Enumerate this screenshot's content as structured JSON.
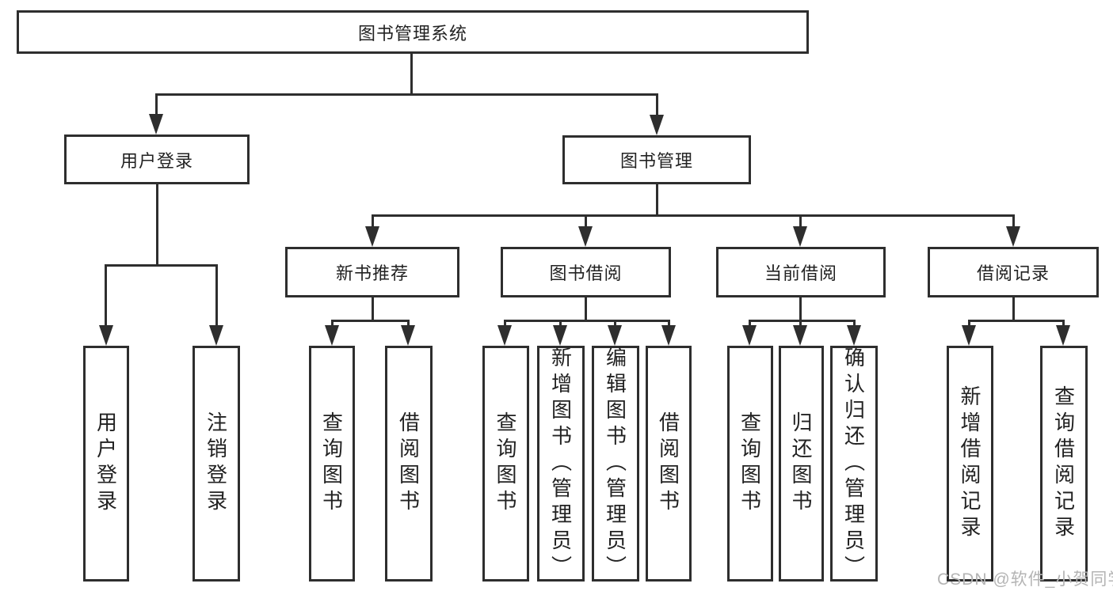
{
  "diagram_title": "图书管理系统",
  "tree": {
    "label": "图书管理系统",
    "children": [
      {
        "label": "用户登录",
        "children": [
          {
            "label": "用户登录"
          },
          {
            "label": "注销登录"
          }
        ]
      },
      {
        "label": "图书管理",
        "children": [
          {
            "label": "新书推荐",
            "children": [
              {
                "label": "查询图书"
              },
              {
                "label": "借阅图书"
              }
            ]
          },
          {
            "label": "图书借阅",
            "children": [
              {
                "label": "查询图书"
              },
              {
                "label": "新增图书（管理员）"
              },
              {
                "label": "编辑图书（管理员）"
              },
              {
                "label": "借阅图书"
              }
            ]
          },
          {
            "label": "当前借阅",
            "children": [
              {
                "label": "查询图书"
              },
              {
                "label": "归还图书"
              },
              {
                "label": "确认归还（管理员）"
              }
            ]
          },
          {
            "label": "借阅记录",
            "children": [
              {
                "label": "新增借阅记录"
              },
              {
                "label": "查询借阅记录"
              }
            ]
          }
        ]
      }
    ]
  },
  "watermark": {
    "text": "CSDN @软件_小贺同学"
  },
  "colors": {
    "line": "#2e2e2e",
    "text": "#222222",
    "background": "#ffffff",
    "watermark": "#b4b4b4"
  }
}
